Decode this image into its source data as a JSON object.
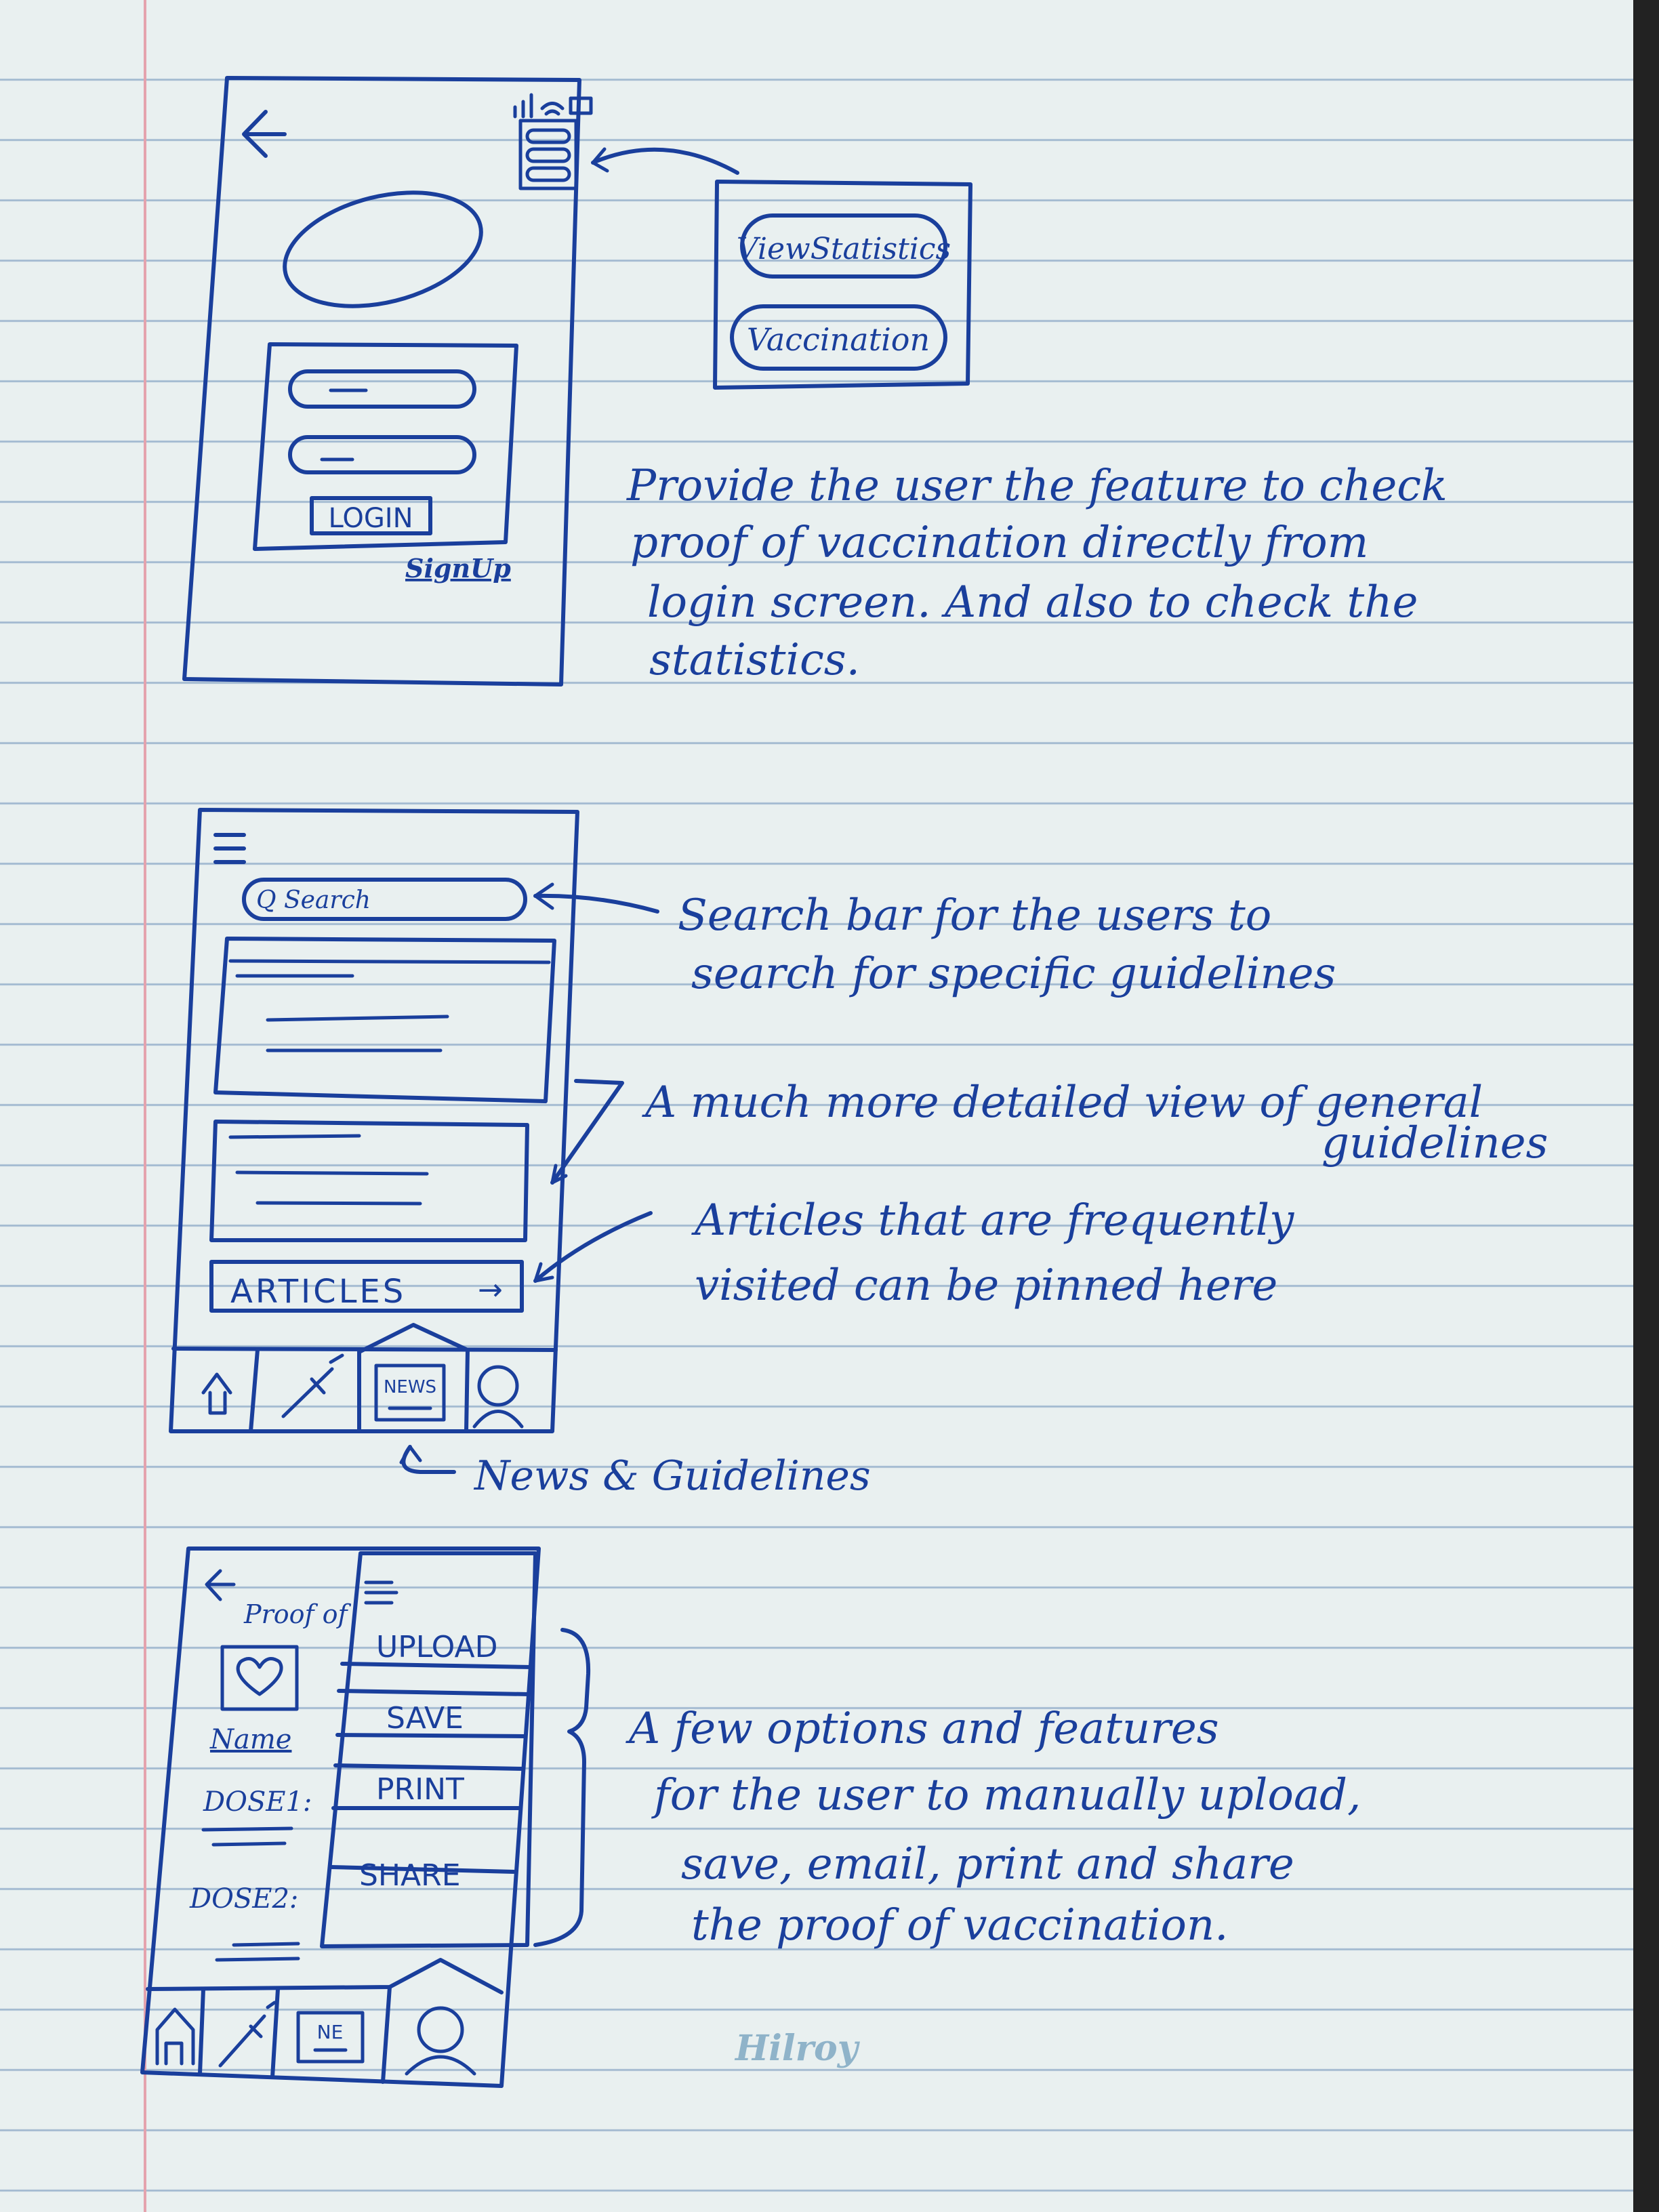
{
  "screen1": {
    "menu_items": [
      "ViewStatistics",
      "Vaccination"
    ],
    "login_button": "LOGIN",
    "signup_link": "SignUp",
    "note_lines": [
      "Provide the user the feature to check",
      "proof of vaccination directly from",
      "login screen. And also to check the",
      "statistics."
    ]
  },
  "screen2": {
    "search_placeholder": "Q Search",
    "articles_label": "ARTICLES",
    "articles_arrow": "→",
    "news_tab_label": "NEWS",
    "news_caption": "News & Guidelines",
    "notes": {
      "search": [
        "Search bar for the users to",
        "search for specific guidelines"
      ],
      "guidelines": [
        "A much more detailed view of general",
        "guidelines"
      ],
      "articles": [
        "Articles that are frequently",
        "visited can be pinned here"
      ]
    }
  },
  "screen3": {
    "title": "Proof of",
    "name_label": "Name",
    "dose1_label": "DOSE1:",
    "dose2_label": "DOSE2:",
    "options": [
      "UPLOAD",
      "SAVE",
      "PRINT",
      "SHARE"
    ],
    "news_tab_label": "NE",
    "note_lines": [
      "A few options and features",
      "for the user to manually upload,",
      "save, email, print and share",
      "the proof of vaccination."
    ]
  },
  "brand": "Hilroy",
  "colors": {
    "ink": "#1a3f9c",
    "paper": "#e9f0f0",
    "rule": "#9fb7cf",
    "margin": "#e4a3ad"
  }
}
